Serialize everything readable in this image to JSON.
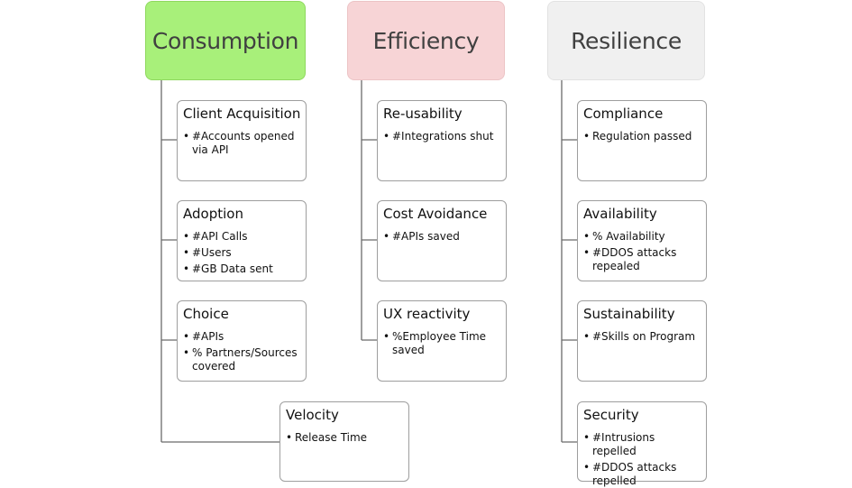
{
  "columns": [
    {
      "title": "Consumption",
      "color": "#a8f07a",
      "cards": [
        {
          "title": "Client Acquisition",
          "items": [
            "#Accounts opened via API"
          ]
        },
        {
          "title": "Adoption",
          "items": [
            "#API Calls",
            "#Users",
            "#GB Data sent"
          ]
        },
        {
          "title": "Choice",
          "items": [
            "#APIs",
            "% Partners/Sources covered"
          ]
        },
        {
          "title": "Velocity",
          "items": [
            "Release Time"
          ]
        }
      ]
    },
    {
      "title": "Efficiency",
      "color": "#f7d4d6",
      "cards": [
        {
          "title": "Re-usability",
          "items": [
            "#Integrations shut"
          ]
        },
        {
          "title": "Cost Avoidance",
          "items": [
            "#APIs saved"
          ]
        },
        {
          "title": "UX reactivity",
          "items": [
            "%Employee Time saved"
          ]
        }
      ]
    },
    {
      "title": "Resilience",
      "color": "#f0f0f0",
      "cards": [
        {
          "title": "Compliance",
          "items": [
            "Regulation passed"
          ]
        },
        {
          "title": "Availability",
          "items": [
            "% Availability",
            "#DDOS attacks repealed"
          ]
        },
        {
          "title": "Sustainability",
          "items": [
            "#Skills on Program"
          ]
        },
        {
          "title": "Security",
          "items": [
            "#Intrusions repelled",
            "#DDOS attacks repelled"
          ]
        }
      ]
    }
  ]
}
